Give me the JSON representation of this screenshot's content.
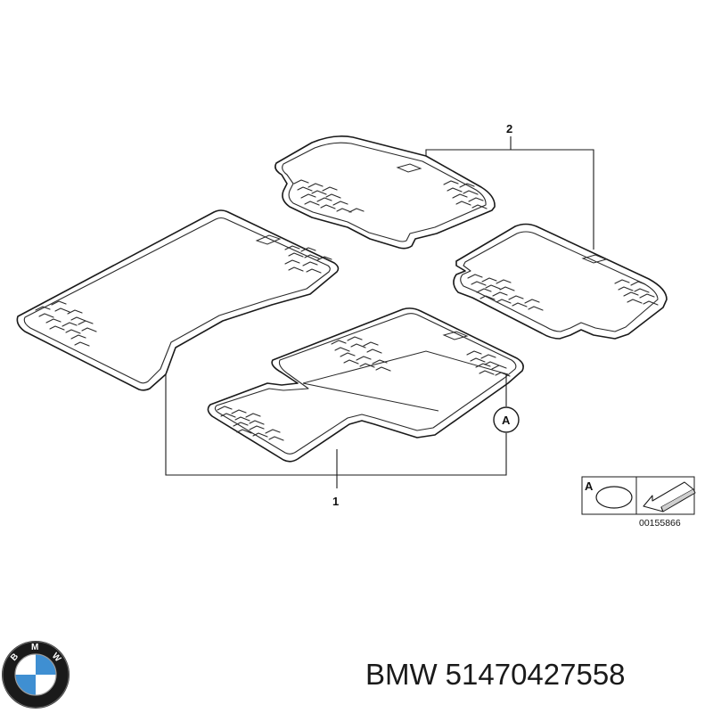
{
  "diagram": {
    "callout_front": "1",
    "callout_rear": "2",
    "detail_marker": "A",
    "legend_letter": "A",
    "reference_number": "00155866"
  },
  "footer": {
    "brand": "BMW",
    "part_number": "51470427558"
  },
  "logo": {
    "icon": "bmw-roundel",
    "letters": "BMW",
    "colors": {
      "ring": "#1a1a1a",
      "blue": "#3f8fd2",
      "white": "#ffffff"
    }
  }
}
